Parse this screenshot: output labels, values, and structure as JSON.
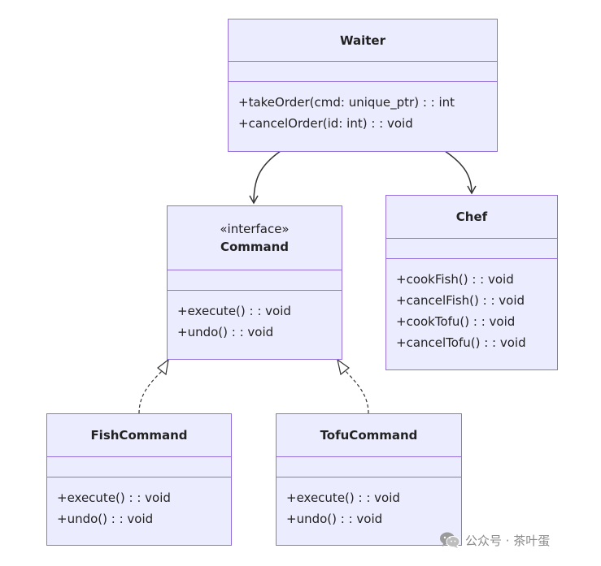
{
  "classes": {
    "waiter": {
      "name": "Waiter",
      "methods": [
        "+takeOrder(cmd: unique_ptr) : : int",
        "+cancelOrder(id: int) : : void"
      ]
    },
    "command": {
      "stereotype": "«interface»",
      "name": "Command",
      "methods": [
        "+execute() : : void",
        "+undo() : : void"
      ]
    },
    "chef": {
      "name": "Chef",
      "methods": [
        "+cookFish() : : void",
        "+cancelFish() : : void",
        "+cookTofu() : : void",
        "+cancelTofu() : : void"
      ]
    },
    "fish_command": {
      "name": "FishCommand",
      "methods": [
        "+execute() : : void",
        "+undo() : : void"
      ]
    },
    "tofu_command": {
      "name": "TofuCommand",
      "methods": [
        "+execute() : : void",
        "+undo() : : void"
      ]
    }
  },
  "relations": [
    {
      "from": "Waiter",
      "to": "Command",
      "type": "association"
    },
    {
      "from": "Waiter",
      "to": "Chef",
      "type": "association"
    },
    {
      "from": "FishCommand",
      "to": "Command",
      "type": "realization"
    },
    {
      "from": "TofuCommand",
      "to": "Command",
      "type": "realization"
    }
  ],
  "colors": {
    "box_fill": "#ececff",
    "box_border": "#9370db",
    "edge": "#333333"
  },
  "watermark": {
    "text": "公众号 · 茶叶蛋",
    "icon": "wechat-icon"
  }
}
